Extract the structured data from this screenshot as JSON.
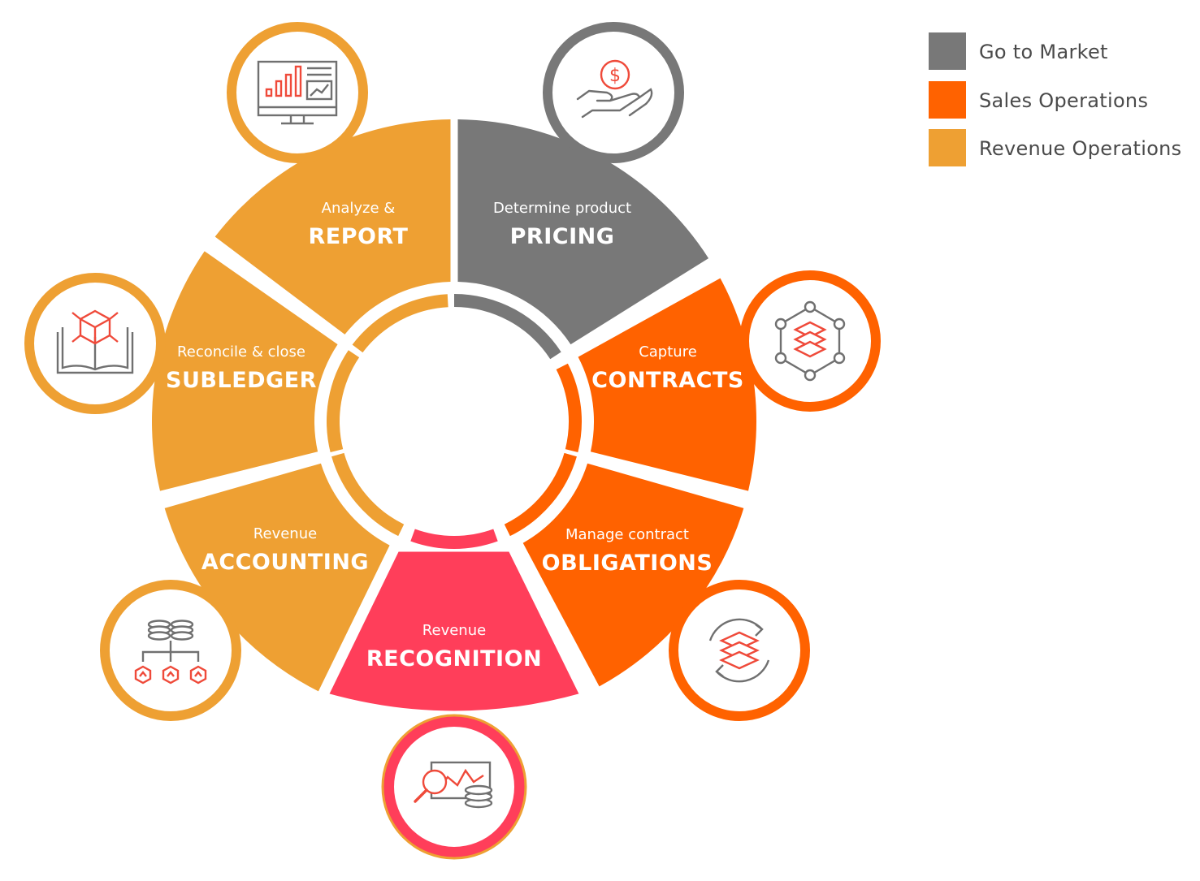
{
  "colors": {
    "go_to_market": "#787878",
    "sales_operations": "#ff6200",
    "revenue_operations": "#eea033",
    "recognition": "#ff3e5a",
    "icon_gray": "#707070",
    "icon_accent": "#ef4a3a"
  },
  "legend": {
    "items": [
      {
        "label": "Go to Market",
        "color": "#787878"
      },
      {
        "label": "Sales Operations",
        "color": "#ff6200"
      },
      {
        "label": "Revenue Operations",
        "color": "#eea033"
      }
    ]
  },
  "segments": [
    {
      "id": "pricing",
      "subtitle": "Determine product",
      "title": "PRICING",
      "color": "#787878",
      "icon": "dollar-hand-icon",
      "ring": "#787878"
    },
    {
      "id": "contracts",
      "subtitle": "Capture",
      "title": "CONTRACTS",
      "color": "#ff6200",
      "icon": "network-stack-icon",
      "ring": "#ff6200"
    },
    {
      "id": "obligations",
      "subtitle": "Manage contract",
      "title": "OBLIGATIONS",
      "color": "#ff6200",
      "icon": "cycle-stack-icon",
      "ring": "#ff6200"
    },
    {
      "id": "recognition",
      "subtitle": "Revenue",
      "title": "RECOGNITION",
      "color": "#ff3e5a",
      "icon": "analytics-coins-icon",
      "ring": "#ff3e5a"
    },
    {
      "id": "accounting",
      "subtitle": "Revenue",
      "title": "ACCOUNTING",
      "color": "#eea033",
      "icon": "coins-hierarchy-icon",
      "ring": "#eea033"
    },
    {
      "id": "subledger",
      "subtitle": "Reconcile & close",
      "title": "SUBLEDGER",
      "color": "#eea033",
      "icon": "book-cube-icon",
      "ring": "#eea033"
    },
    {
      "id": "report",
      "subtitle": "Analyze &",
      "title": "REPORT",
      "color": "#eea033",
      "icon": "monitor-chart-icon",
      "ring": "#eea033"
    }
  ]
}
